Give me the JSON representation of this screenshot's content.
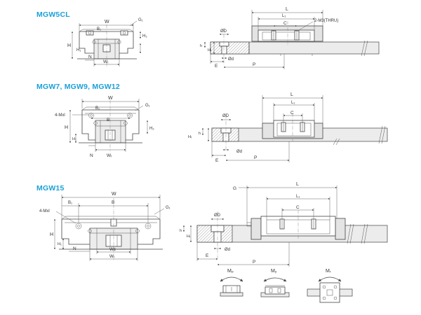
{
  "sections": [
    {
      "title": "MGW5CL",
      "front": {
        "W": "W",
        "B1": "B₁",
        "G1": "G₁",
        "H": "H",
        "H1": "H₁",
        "H2": "H₂",
        "N": "N",
        "WR": "Wᵣ"
      },
      "side": {
        "L": "L",
        "L1": "L₁",
        "C": "C",
        "thread": "2-M3(THRU)",
        "D": "ØD",
        "h": "h",
        "HR": "Hᵣ",
        "d": "Ød",
        "E": "E",
        "P": "P"
      }
    },
    {
      "title": "MGW7, MGW9, MGW12",
      "front": {
        "W": "W",
        "B1": "B₁",
        "B": "B",
        "G1": "G₁",
        "M": "4-Mxl",
        "H": "H",
        "H1": "H₁",
        "H2": "H₂",
        "N": "N",
        "WR": "Wᵣ"
      },
      "side": {
        "L": "L",
        "L1": "L₁",
        "C": "C",
        "D": "ØD",
        "h": "h",
        "HR": "Hᵣ",
        "d": "Ød",
        "E": "E",
        "P": "P"
      }
    },
    {
      "title": "MGW15",
      "front": {
        "W": "W",
        "B": "B",
        "B1": "B₁",
        "G1": "G₁",
        "M": "4-Mxl",
        "H": "H",
        "H1": "H₁",
        "N": "N",
        "WB": "Wʙ",
        "WR": "Wᵣ"
      },
      "side": {
        "G": "G",
        "L": "L",
        "L1": "L₁",
        "C": "C",
        "D": "ØD",
        "h": "h",
        "HR": "Hᵣ",
        "d": "Ød",
        "E": "E",
        "P": "P"
      }
    }
  ],
  "moments": [
    "Mₚ",
    "Mᵧ",
    "Mᵣ"
  ]
}
